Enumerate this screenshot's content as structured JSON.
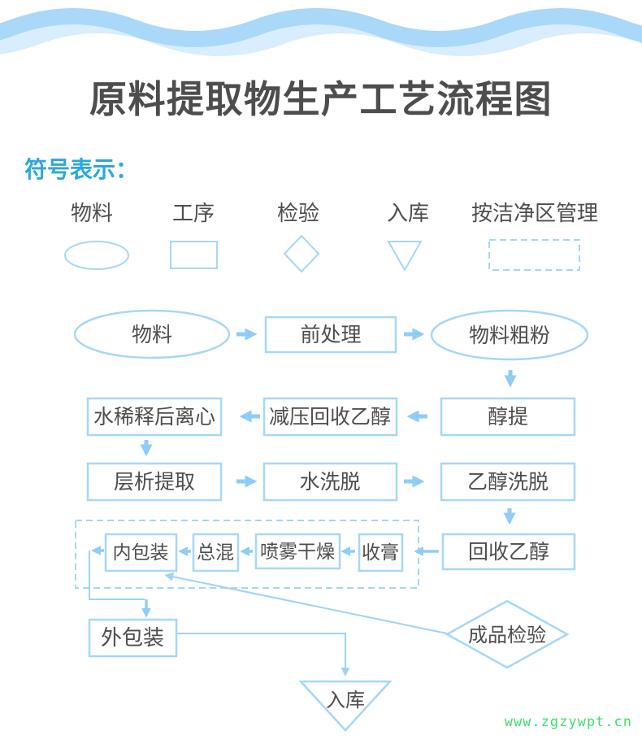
{
  "page": {
    "title": "原料提取物生产工艺流程图",
    "watermark": "www.zgzywpt.cn"
  },
  "legend": {
    "title": "符号表示：",
    "items": [
      {
        "label": "物料",
        "shape": "ellipse"
      },
      {
        "label": "工序",
        "shape": "rectangle"
      },
      {
        "label": "检验",
        "shape": "diamond"
      },
      {
        "label": "入库",
        "shape": "triangle-down"
      },
      {
        "label": "按洁净区管理",
        "shape": "dashed-rectangle"
      }
    ]
  },
  "flowchart": {
    "nodes": {
      "material": {
        "label": "物料",
        "shape": "ellipse"
      },
      "pretreatment": {
        "label": "前处理",
        "shape": "process"
      },
      "coarse_powder": {
        "label": "物料粗粉",
        "shape": "ellipse"
      },
      "alcohol_extraction": {
        "label": "醇提",
        "shape": "process"
      },
      "vacuum_ethanol_recovery": {
        "label": "减压回收乙醇",
        "shape": "process"
      },
      "water_dilution_centrifuge": {
        "label": "水稀释后离心",
        "shape": "process"
      },
      "chromatography_extraction": {
        "label": "层析提取",
        "shape": "process"
      },
      "water_elution": {
        "label": "水洗脱",
        "shape": "process"
      },
      "ethanol_elution": {
        "label": "乙醇洗脱",
        "shape": "process"
      },
      "ethanol_recovery": {
        "label": "回收乙醇",
        "shape": "process"
      },
      "paste_collection": {
        "label": "收膏",
        "shape": "process"
      },
      "spray_drying": {
        "label": "喷雾干燥",
        "shape": "process"
      },
      "total_mixing": {
        "label": "总混",
        "shape": "process"
      },
      "inner_packaging": {
        "label": "内包装",
        "shape": "process"
      },
      "outer_packaging": {
        "label": "外包装",
        "shape": "process"
      },
      "product_inspection": {
        "label": "成品检验",
        "shape": "diamond"
      },
      "warehousing": {
        "label": "入库",
        "shape": "triangle-down"
      }
    },
    "edges": [
      "物料 → 前处理",
      "前处理 → 物料粗粉",
      "物料粗粉 → 醇提",
      "醇提 → 减压回收乙醇",
      "减压回收乙醇 → 水稀释后离心",
      "水稀释后离心 → 层析提取",
      "层析提取 → 水洗脱",
      "水洗脱 → 乙醇洗脱",
      "乙醇洗脱 → 回收乙醇",
      "回收乙醇 → 收膏",
      "收膏 → 喷雾干燥",
      "喷雾干燥 → 总混",
      "总混 → 内包装",
      "内包装 → 外包装",
      "成品检验 → 内包装",
      "外包装 → 入库"
    ],
    "clean_area_nodes": [
      "内包装",
      "总混",
      "喷雾干燥",
      "收膏"
    ]
  },
  "colors": {
    "title_gradient_start": "#41b7ea",
    "title_gradient_end": "#1b6db1",
    "legend_title_blue": "#2aa7e0",
    "shape_stroke": "#a6d7f8",
    "arrow_blue": "#8ecdf5",
    "node_text": "#4d4d4d",
    "wave_main": "#a9d8f8",
    "wave_light": "#d8edfd",
    "watermark_green": "#3ddf6a"
  }
}
